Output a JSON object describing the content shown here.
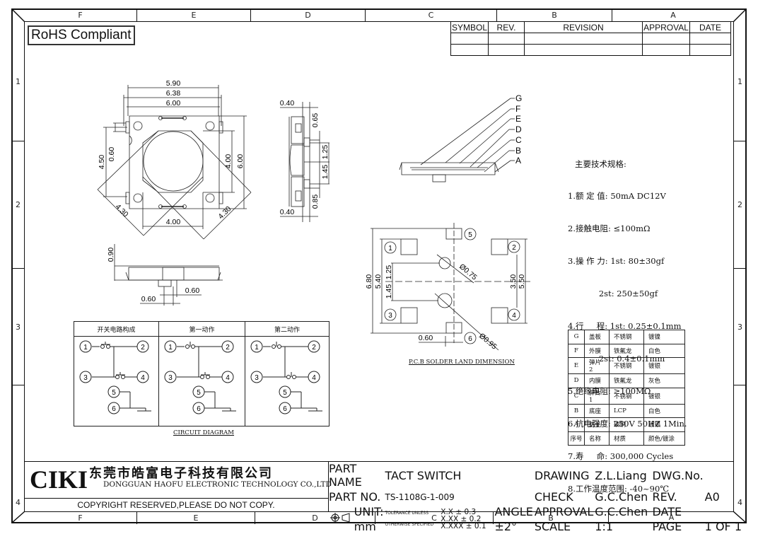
{
  "frame": {
    "zones_top": [
      "F",
      "E",
      "D",
      "C",
      "B",
      "A"
    ],
    "zones_bottom": [
      "F",
      "E",
      "D",
      "C",
      "B",
      "A"
    ],
    "zones_left": [
      "1",
      "2",
      "3",
      "4"
    ],
    "zones_right": [
      "1",
      "2",
      "3",
      "4"
    ]
  },
  "rohs_label": "RoHS Compliant",
  "revision_table": {
    "headers": [
      "SYMBOL",
      "REV.",
      "REVISION",
      "APPROVAL",
      "DATE"
    ],
    "rows": [
      [
        "",
        "",
        "",
        "",
        ""
      ],
      [
        "",
        "",
        "",
        "",
        ""
      ]
    ]
  },
  "top_view": {
    "dims": {
      "w590": "5.90",
      "w638": "6.38",
      "w600": "6.00",
      "h060": "0.60",
      "h450": "4.50",
      "h400": "4.00",
      "h600": "6.00",
      "d430a": "4.30",
      "d430b": "4.30",
      "w400": "4.00"
    }
  },
  "side_view": {
    "dims": {
      "top040": "0.40",
      "d065": "0.65",
      "d125": "1.25",
      "d145": "1.45",
      "d085": "0.85",
      "bot040": "0.40"
    }
  },
  "front_view": {
    "dims": {
      "h090": "0.90",
      "w060a": "0.60",
      "w060b": "0.60"
    }
  },
  "exploded_view": {
    "labels": [
      "G",
      "F",
      "E",
      "D",
      "C",
      "B",
      "A"
    ]
  },
  "specs": {
    "title": "主要技术规格:",
    "lines": [
      "1.额 定 值: 50mA DC12V",
      "2.接触电阻: ≤100mΩ",
      "3.操 作 力: 1st: 80±30gf",
      "            2st: 250±50gf",
      "4.行     程: 1st: 0.25±0.1mm",
      "            2st: 0.4±0.1mm",
      "5.绝缘电阻: ≥100MΩ",
      "6.抗电强度: 250V 50HZ 1Min.",
      "7.寿     命: 300,000 Cycles",
      "8.工作温度范围: -40~90℃"
    ]
  },
  "pcb": {
    "pads": [
      "1",
      "2",
      "3",
      "4",
      "5",
      "6"
    ],
    "dims": {
      "d680": "6.80",
      "d540": "5.40",
      "d125": "1.25",
      "d145": "1.45",
      "d350": "3.50",
      "d550": "5.50",
      "d060": "0.60",
      "phi075": "Ø0.75",
      "phi095": "Ø0.95"
    },
    "caption": "P.C.B SOLDER LAND DIMENSION"
  },
  "materials": {
    "rows": [
      [
        "G",
        "盖板",
        "不锈钢",
        "镀镍"
      ],
      [
        "F",
        "外膜",
        "铁氟龙",
        "白色"
      ],
      [
        "E",
        "弹片2",
        "不锈钢",
        "镀银"
      ],
      [
        "D",
        "内膜",
        "铁氟龙",
        "灰色"
      ],
      [
        "C",
        "弹片1",
        "不锈钢",
        "镀银"
      ],
      [
        "B",
        "底座",
        "LCP",
        "白色"
      ],
      [
        "A",
        "端子",
        "磷铜",
        "镀银"
      ],
      [
        "序号",
        "名称",
        "材质",
        "颜色/镀涂"
      ]
    ]
  },
  "circuit": {
    "headers": [
      "开关电路构成",
      "第一动作",
      "第二动作"
    ],
    "nodes": [
      "1",
      "2",
      "3",
      "4",
      "5",
      "6"
    ],
    "caption": "CIRCUIT DIAGRAM"
  },
  "title_block": {
    "brand": "CIKI",
    "company_cn": "东莞市皓富电子科技有限公司",
    "company_en": "DONGGUAN HAOFU ELECTRONIC TECHNOLOGY CO.,LTD",
    "copyright": "COPYRIGHT RESERVED,PLEASE DO NOT COPY.",
    "part_name_label": "PART NAME",
    "part_name": "TACT SWITCH",
    "part_no_label": "PART NO.",
    "part_no": "TS-1108G-1-009",
    "unit_label": "UNIT:",
    "unit": "mm",
    "tolerance_label_1": "TOLERANCE UNLESS",
    "tolerance_label_2": "OTHERWISE SPECIFIED",
    "tol_1": "X.X ± 0.3",
    "tol_2": "X.XX ± 0.2",
    "tol_3": "X.XXX ± 0.1",
    "angle_label": "ANGLE",
    "angle_tol": "±2°",
    "drawing_label": "DRAWING",
    "drawing": "Z.L.Liang",
    "check_label": "CHECK",
    "check": "G.C.Chen",
    "approval_label": "APPROVAL",
    "approval": "G.C.Chen",
    "scale_label": "SCALE",
    "scale": "1:1",
    "dwg_no_label": "DWG.No.",
    "dwg_no": "",
    "rev_label": "REV.",
    "rev": "A0",
    "date_label": "DATE",
    "date": "",
    "page_label": "PAGE",
    "page": "1 OF 1"
  }
}
